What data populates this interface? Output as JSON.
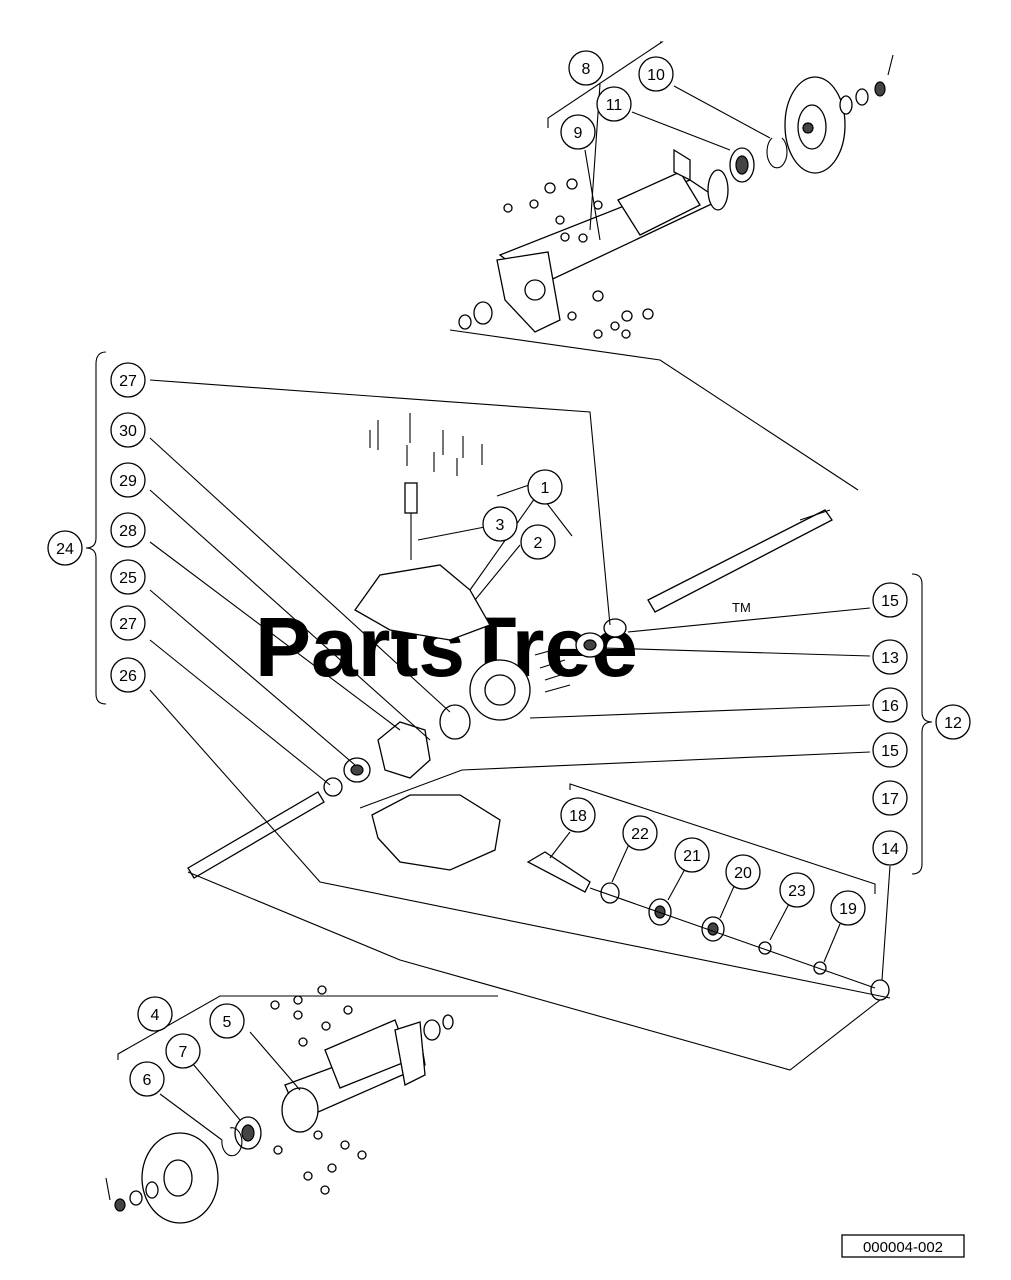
{
  "watermark": {
    "text": "PartsTree",
    "tm": "TM"
  },
  "drawing_number": "000004-002",
  "callouts": {
    "c1": "1",
    "c2": "2",
    "c3": "3",
    "c4": "4",
    "c5": "5",
    "c6": "6",
    "c7": "7",
    "c8": "8",
    "c9": "9",
    "c10": "10",
    "c11": "11",
    "c12": "12",
    "c13": "13",
    "c14": "14",
    "c15a": "15",
    "c15b": "15",
    "c16": "16",
    "c17": "17",
    "c18": "18",
    "c19": "19",
    "c20": "20",
    "c21": "21",
    "c22": "22",
    "c23": "23",
    "c24": "24",
    "c25": "25",
    "c26": "26",
    "c27a": "27",
    "c27b": "27",
    "c28": "28",
    "c29": "29",
    "c30": "30"
  }
}
